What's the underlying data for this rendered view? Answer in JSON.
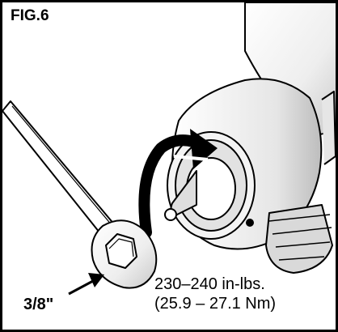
{
  "figure": {
    "label": "FIG.6"
  },
  "callouts": {
    "wrench_size": "3/8\"",
    "torque_in_lbs": "230–240 in-lbs.",
    "torque_nm": "(25.9 – 27.1 Nm)"
  },
  "icons": [
    "wrench-icon",
    "spray-gun-icon",
    "tighten-arrow-icon",
    "pointer-arrow-icon"
  ],
  "colors": {
    "line": "#000000",
    "fill": "#ffffff",
    "shade": "#cfcfcf"
  }
}
